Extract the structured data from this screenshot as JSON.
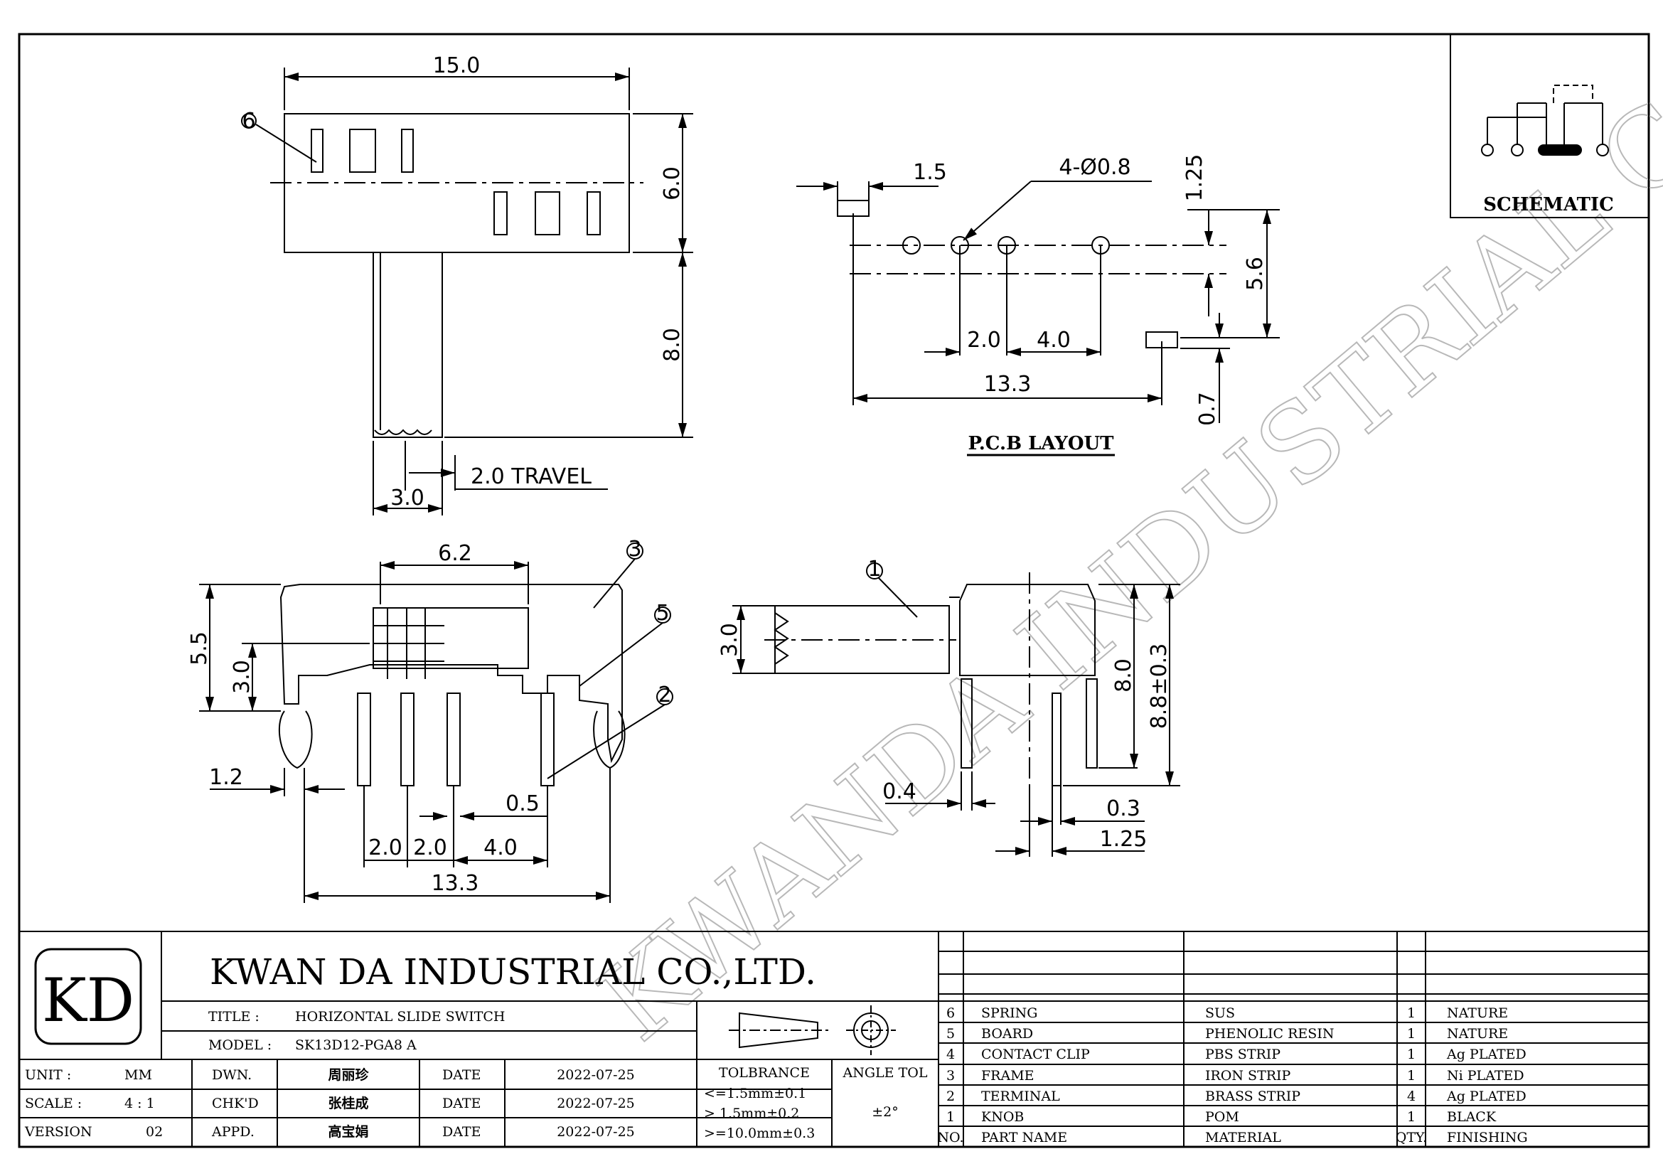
{
  "watermark": "KWANDA INDUSTRIAL CO.,LTD",
  "top_view": {
    "dim_width": "15.0",
    "dim_height": "6.0",
    "dim_knob": "8.0",
    "dim_travel": "2.0 TRAVEL",
    "dim_knob_width": "3.0",
    "callout": "6"
  },
  "pcb": {
    "title": "P.C.B LAYOUT",
    "dim_pad": "1.5",
    "dim_holes": "4-Ø0.8",
    "dim_125": "1.25",
    "dim_56": "5.6",
    "dim_pitch1": "2.0",
    "dim_pitch2": "4.0",
    "dim_total": "13.3",
    "dim_slot": "0.7"
  },
  "front_view": {
    "dim_62": "6.2",
    "dim_55": "5.5",
    "dim_30": "3.0",
    "dim_12": "1.2",
    "dim_05": "0.5",
    "dim_a": "2.0",
    "dim_b": "2.0",
    "dim_c": "4.0",
    "dim_total": "13.3",
    "callout_3": "3",
    "callout_5": "5",
    "callout_2": "2"
  },
  "side_view": {
    "dim_30": "3.0",
    "dim_80": "8.0",
    "dim_88": "8.8±0.3",
    "dim_04": "0.4",
    "dim_03": "0.3",
    "dim_125": "1.25",
    "callout_1": "1"
  },
  "schematic": {
    "label": "SCHEMATIC"
  },
  "title_block": {
    "logo": "KD",
    "company": "KWAN DA INDUSTRIAL CO.,LTD.",
    "title_label": "TITLE  :",
    "title_value": "HORIZONTAL SLIDE SWITCH",
    "model_label": "MODEL  :",
    "model_value": "SK13D12-PGA8 A",
    "unit_label": "UNIT   :",
    "unit_value": "MM",
    "scale_label": "SCALE  :",
    "scale_value": "4 : 1",
    "version_label": "VERSION",
    "version_value": "02",
    "dwn_label": "DWN.",
    "dwn_name": "周丽珍",
    "chk_label": "CHK'D",
    "chk_name": "张桂成",
    "appd_label": "APPD.",
    "appd_name": "高宝娟",
    "date_label": "DATE",
    "date1": "2022-07-25",
    "date2": "2022-07-25",
    "date3": "2022-07-25",
    "tol_label": "TOLBRANCE",
    "tol_1": "<=1.5mm±0.1",
    "tol_2": "> 1.5mm±0.2",
    "tol_3": ">=10.0mm±0.3",
    "angle_label": "ANGLE TOL",
    "angle_value": "±2°"
  },
  "bom": {
    "headers": [
      "NO.",
      "PART  NAME",
      "MATERIAL",
      "QTY.",
      "FINISHING"
    ],
    "rows": [
      [
        "6",
        "SPRING",
        "SUS",
        "1",
        "NATURE"
      ],
      [
        "5",
        "BOARD",
        "PHENOLIC RESIN",
        "1",
        "NATURE"
      ],
      [
        "4",
        "CONTACT CLIP",
        "PBS STRIP",
        "1",
        "Ag PLATED"
      ],
      [
        "3",
        "FRAME",
        "IRON STRIP",
        "1",
        "Ni PLATED"
      ],
      [
        "2",
        "TERMINAL",
        "BRASS STRIP",
        "4",
        "Ag PLATED"
      ],
      [
        "1",
        "KNOB",
        "POM",
        "1",
        "BLACK"
      ]
    ]
  }
}
